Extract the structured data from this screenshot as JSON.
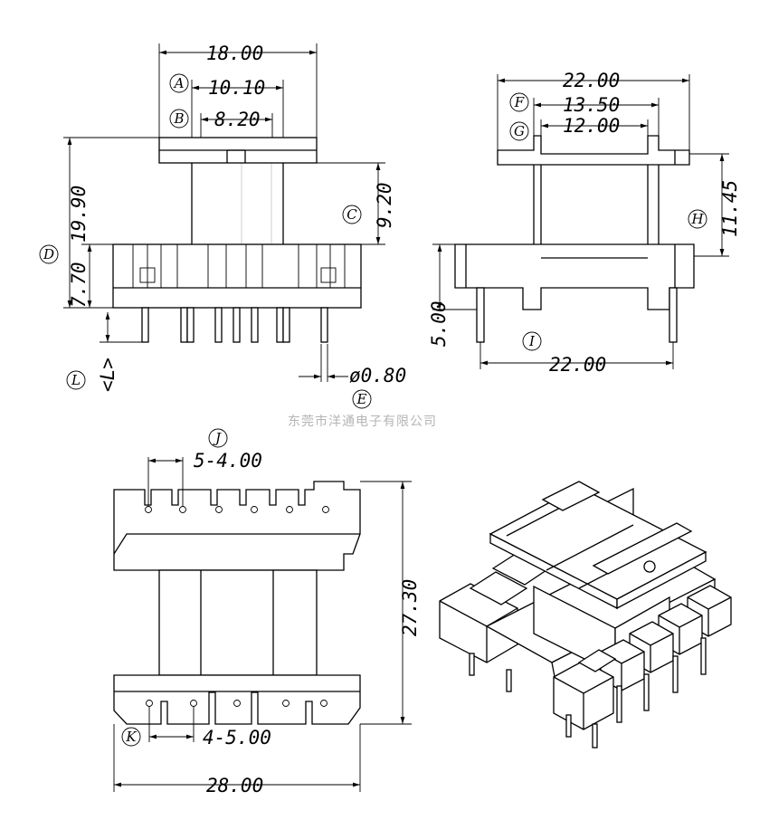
{
  "front_view": {
    "dim_width": "18.00",
    "dim_a": "10.10",
    "dim_b": "8.20",
    "dim_c": "9.20",
    "dim_height": "19.90",
    "dim_base": "7.70",
    "dim_pin_dia": "ø0.80",
    "dim_l": "<L>",
    "labels": {
      "a": "A",
      "b": "B",
      "c": "C",
      "d": "D",
      "e": "E",
      "l": "L"
    }
  },
  "side_view": {
    "dim_width": "22.00",
    "dim_f": "13.50",
    "dim_g": "12.00",
    "dim_h": "11.45",
    "dim_base": "5.00",
    "dim_i": "22.00",
    "labels": {
      "f": "F",
      "g": "G",
      "h": "H",
      "i": "I"
    }
  },
  "watermark": "东莞市洋通电子有限公司",
  "top_view": {
    "dim_j": "5-4.00",
    "dim_k": "4-5.00",
    "dim_height": "27.30",
    "dim_width": "28.00",
    "labels": {
      "j": "J",
      "k": "K"
    }
  }
}
